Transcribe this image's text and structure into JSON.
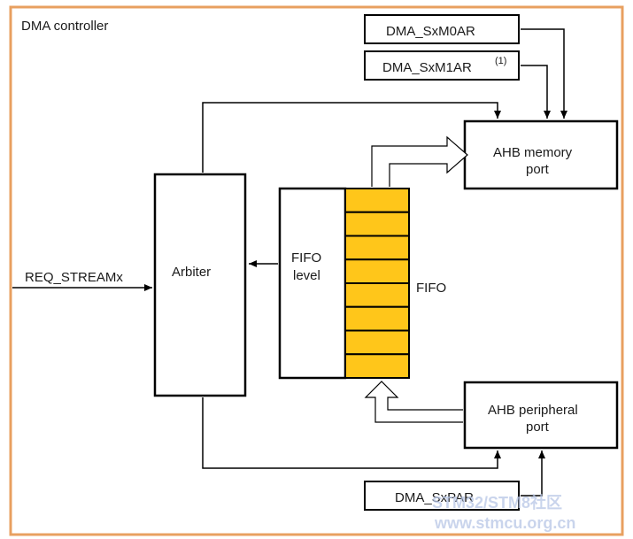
{
  "title": "DMA controller",
  "blocks": {
    "arbiter": "Arbiter",
    "fifo_level_line1": "FIFO",
    "fifo_level_line2": "level",
    "fifo": "FIFO",
    "ahb_memory_line1": "AHB memory",
    "ahb_memory_line2": "port",
    "ahb_peripheral_line1": "AHB peripheral",
    "ahb_peripheral_line2": "port"
  },
  "registers": {
    "m0ar": "DMA_SxM0AR",
    "m1ar": "DMA_SxM1AR",
    "m1ar_note": "(1)",
    "par": "DMA_SxPAR"
  },
  "signals": {
    "req_stream": "REQ_STREAMx"
  },
  "watermark": {
    "line1": "STM32/STM8社区",
    "line2": "www.stmcu.org.cn"
  },
  "colors": {
    "frame": "#e8a060",
    "fifo_cell": "#ffc61a",
    "stroke": "#000000"
  }
}
